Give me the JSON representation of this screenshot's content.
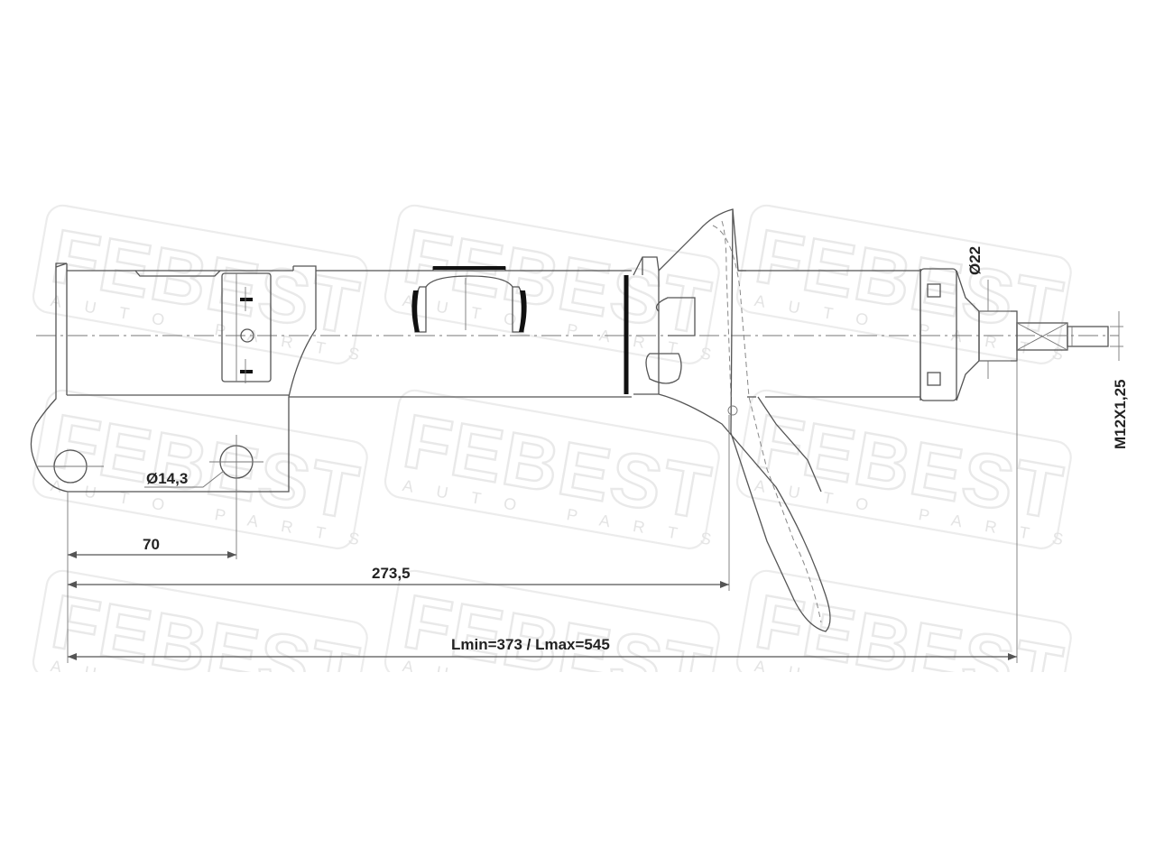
{
  "watermark": {
    "brand": "FEBEST",
    "tagline": "AUTO PARTS"
  },
  "dimensions": {
    "bolt_hole_diameter": "Ø14,3",
    "rod_diameter": "Ø22",
    "thread": "M12X1,25",
    "hole_offset": "70",
    "bracket_position": "273,5",
    "length": "Lmin=373 / Lmax=545"
  }
}
